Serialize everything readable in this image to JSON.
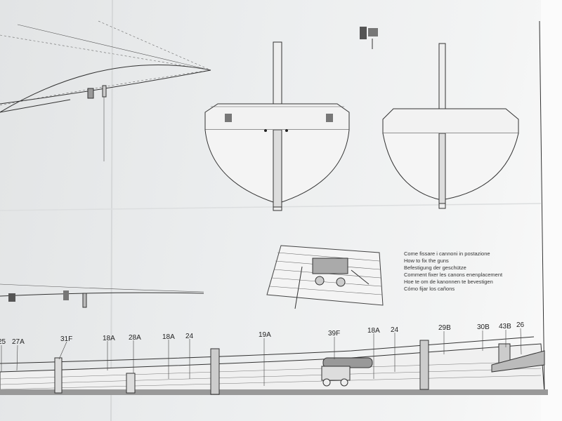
{
  "caption": {
    "lines": [
      "Come fissare i cannoni in postazione",
      "How to fix the guns",
      "Befestigung der geschütze",
      "Comment fixer les canons enenplacement",
      "Hoe te om de kanonnen te bevestigen",
      "Cómo fijar los cañons"
    ]
  },
  "part_labels": [
    "25",
    "27A",
    "31F",
    "18A",
    "28A",
    "18A",
    "24",
    "19A",
    "39F",
    "18A",
    "24",
    "29B",
    "30B",
    "43B",
    "26"
  ]
}
